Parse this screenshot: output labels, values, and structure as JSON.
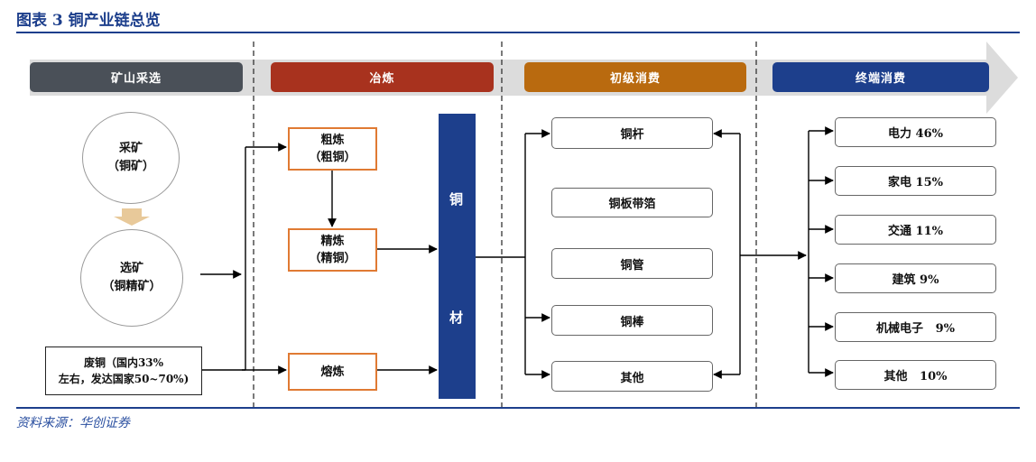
{
  "title": "图表 3 铜产业链总览",
  "source": "资料来源：华创证券",
  "colors": {
    "brand": "#1d3f8c",
    "stage_mining": "#4a5058",
    "stage_smelting": "#a8321e",
    "stage_primary": "#b96a0f",
    "stage_terminal": "#1d3f8c",
    "orange_border": "#e07a33",
    "flow_arrow": "#dcdcdc"
  },
  "stages": {
    "mining": "矿山采选",
    "smelting": "冶炼",
    "primary": "初级消费",
    "terminal": "终端消费"
  },
  "mining": {
    "extract": {
      "line1": "采矿",
      "line2": "（铜矿）"
    },
    "beneficiation": {
      "line1": "选矿",
      "line2": "（铜精矿）"
    },
    "scrap": {
      "line1": "废铜（国内33%",
      "line2": "左右，发达国家50~70%)"
    }
  },
  "smelting": {
    "rough": {
      "line1": "粗炼",
      "line2": "（粗铜）"
    },
    "refine": {
      "line1": "精炼",
      "line2": "（精铜）"
    },
    "melt": "熔炼"
  },
  "copper_bar": {
    "char1": "铜",
    "char2": "材"
  },
  "primary_items": [
    "铜杆",
    "铜板带箔",
    "铜管",
    "铜棒",
    "其他"
  ],
  "terminal_items": [
    "电力 46%",
    "家电 15%",
    "交通 11%",
    "建筑 9%",
    "机械电子   9%",
    "其他   10%"
  ]
}
